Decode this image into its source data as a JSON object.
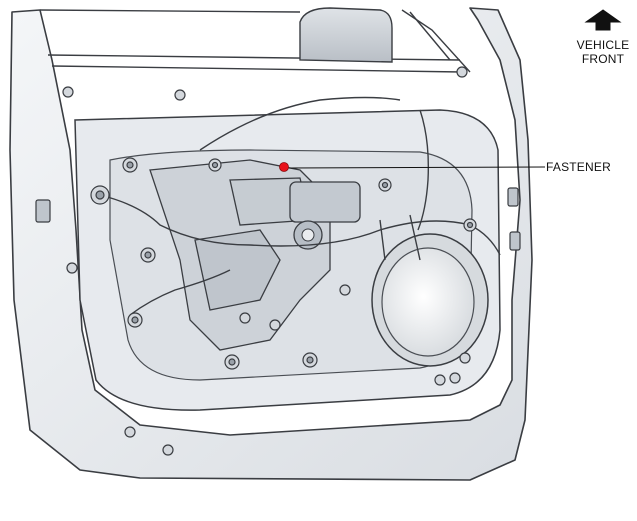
{
  "diagram": {
    "callouts": {
      "fastener": "FASTENER"
    },
    "orientation": {
      "line1": "VEHICLE",
      "line2": "FRONT",
      "arrow_icon": "up-arrow-icon"
    },
    "colors": {
      "panel_fill": "#e9ecef",
      "panel_shade": "#c9ced4",
      "outline": "#3a3d42",
      "highlight": "#e8121a"
    }
  }
}
